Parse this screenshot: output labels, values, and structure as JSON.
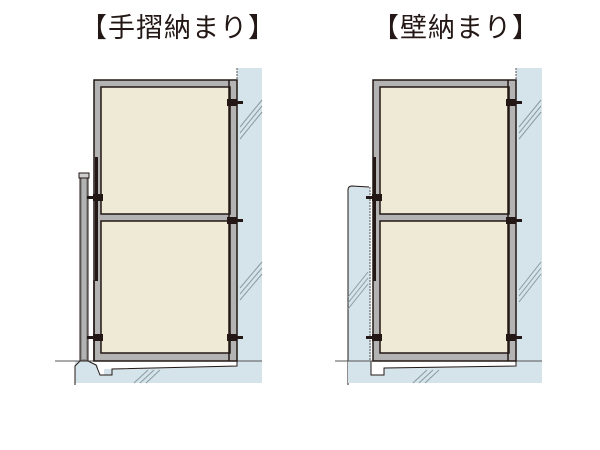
{
  "diagrams": [
    {
      "title": "【手摺納まり】",
      "type": "handrail-fitting"
    },
    {
      "title": "【壁納まり】",
      "type": "wall-fitting"
    }
  ],
  "colors": {
    "panel_fill": "#eeead5",
    "frame_fill": "#b3b3b3",
    "wall_fill": "#d5e3ea",
    "line": "#231815",
    "hatch": "#8a9aa2"
  }
}
